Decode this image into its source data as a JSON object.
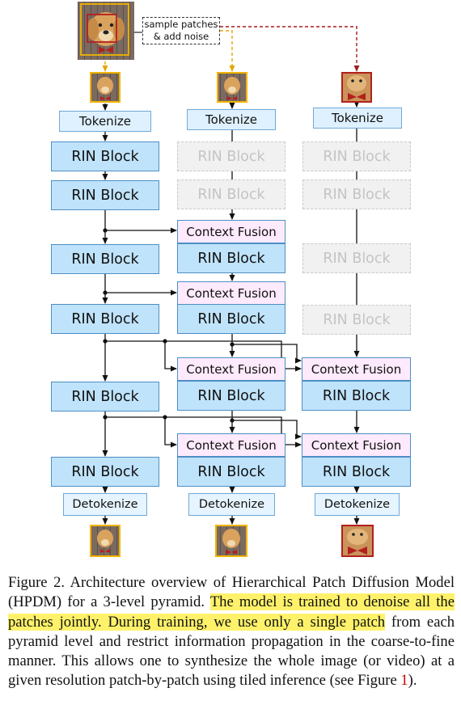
{
  "diagram": {
    "noise_label_line1": "sample patches",
    "noise_label_line2": "& add noise",
    "tokenize": "Tokenize",
    "rin_block": "RIN Block",
    "context_fusion": "Context Fusion",
    "detokenize": "Detokenize",
    "colors": {
      "coarse_frame": "#f1b400",
      "fine_frame": "#b3201d",
      "rin_fill": "#bfe3fb",
      "context_fill": "#fdeafc",
      "ghost_fill": "#f1f1f1"
    }
  },
  "caption": {
    "prefix": "Figure 2. Architecture overview of Hierarchical Patch Diffusion Model (HPDM) for a 3-level pyramid. ",
    "highlight_1": "The model is trained to denoise all the patches jointly. During training, we use only a single patch",
    "middle": " from each pyramid level and restrict information propagation in the coarse-to-fine manner. This allows one to synthesize the whole image (or video) at a given resolution patch-by-patch using tiled inference (see Figure ",
    "ref": "1",
    "suffix": ")."
  }
}
